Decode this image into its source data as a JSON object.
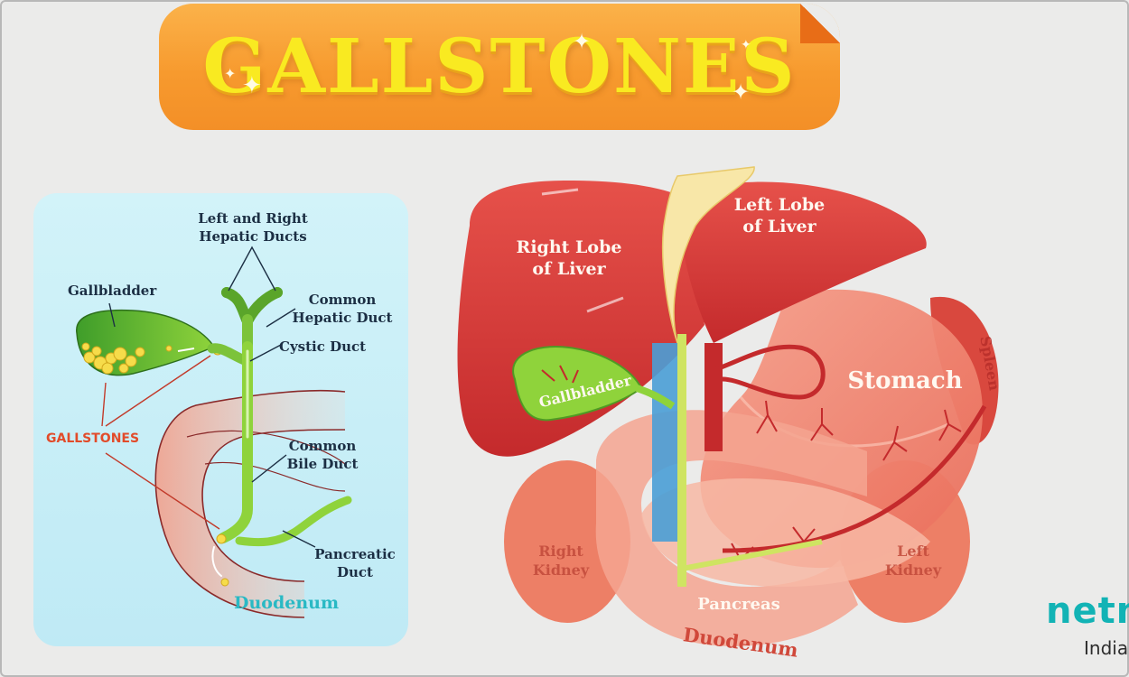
{
  "banner": {
    "title": "GALLSTONES"
  },
  "left_panel": {
    "hepatic_ducts": "Left and Right Hepatic Ducts",
    "gallbladder": "Gallbladder",
    "common_hepatic_duct": "Common Hepatic Duct",
    "cystic_duct": "Cystic Duct",
    "gallstones": "GALLSTONES",
    "common_bile_duct": "Common Bile Duct",
    "pancreatic_duct": "Pancreatic Duct",
    "duodenum": "Duodenum"
  },
  "right_panel": {
    "right_lobe": "Right Lobe of Liver",
    "left_lobe": "Left Lobe of Liver",
    "gallbladder": "Gallbladder",
    "stomach": "Stomach",
    "spleen": "Spleen",
    "right_kidney": "Right Kidney",
    "left_kidney": "Left Kidney",
    "pancreas": "Pancreas",
    "duodenum": "Duodenum"
  },
  "logo": {
    "text": "netm",
    "subtext": "India"
  },
  "colors": {
    "banner": "#f79a2e",
    "title": "#f9ea21",
    "panel": "#c8eef7",
    "bile_duct": "#8fd33b",
    "liver": "#d93a36",
    "stomach": "#f08a76",
    "gallstones_label": "#e24b2a",
    "duodenum_label": "#29b9c4",
    "logo": "#12b3b5"
  }
}
